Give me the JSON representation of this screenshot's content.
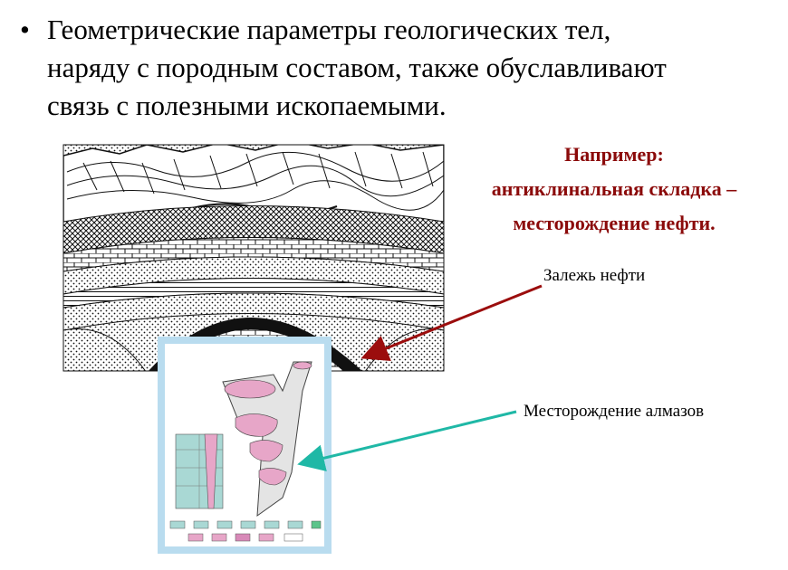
{
  "slide": {
    "bullet_symbol": "•",
    "bullet_lines": [
      "Геометрические параметры геологических тел,",
      "наряду с породным составом, также обуславливают",
      "связь с полезными ископаемыми."
    ],
    "example_lines": [
      "Например:",
      "антиклинальная складка –",
      "месторождение нефти."
    ],
    "oil_label": "Залежь нефти",
    "diamond_label": "Месторождение алмазов",
    "colors": {
      "example_text": "#8b0a0a",
      "oil_arrow": "#9b0d0d",
      "diamond_arrow": "#1fb8a6",
      "card_frame": "#b9dcef"
    }
  }
}
